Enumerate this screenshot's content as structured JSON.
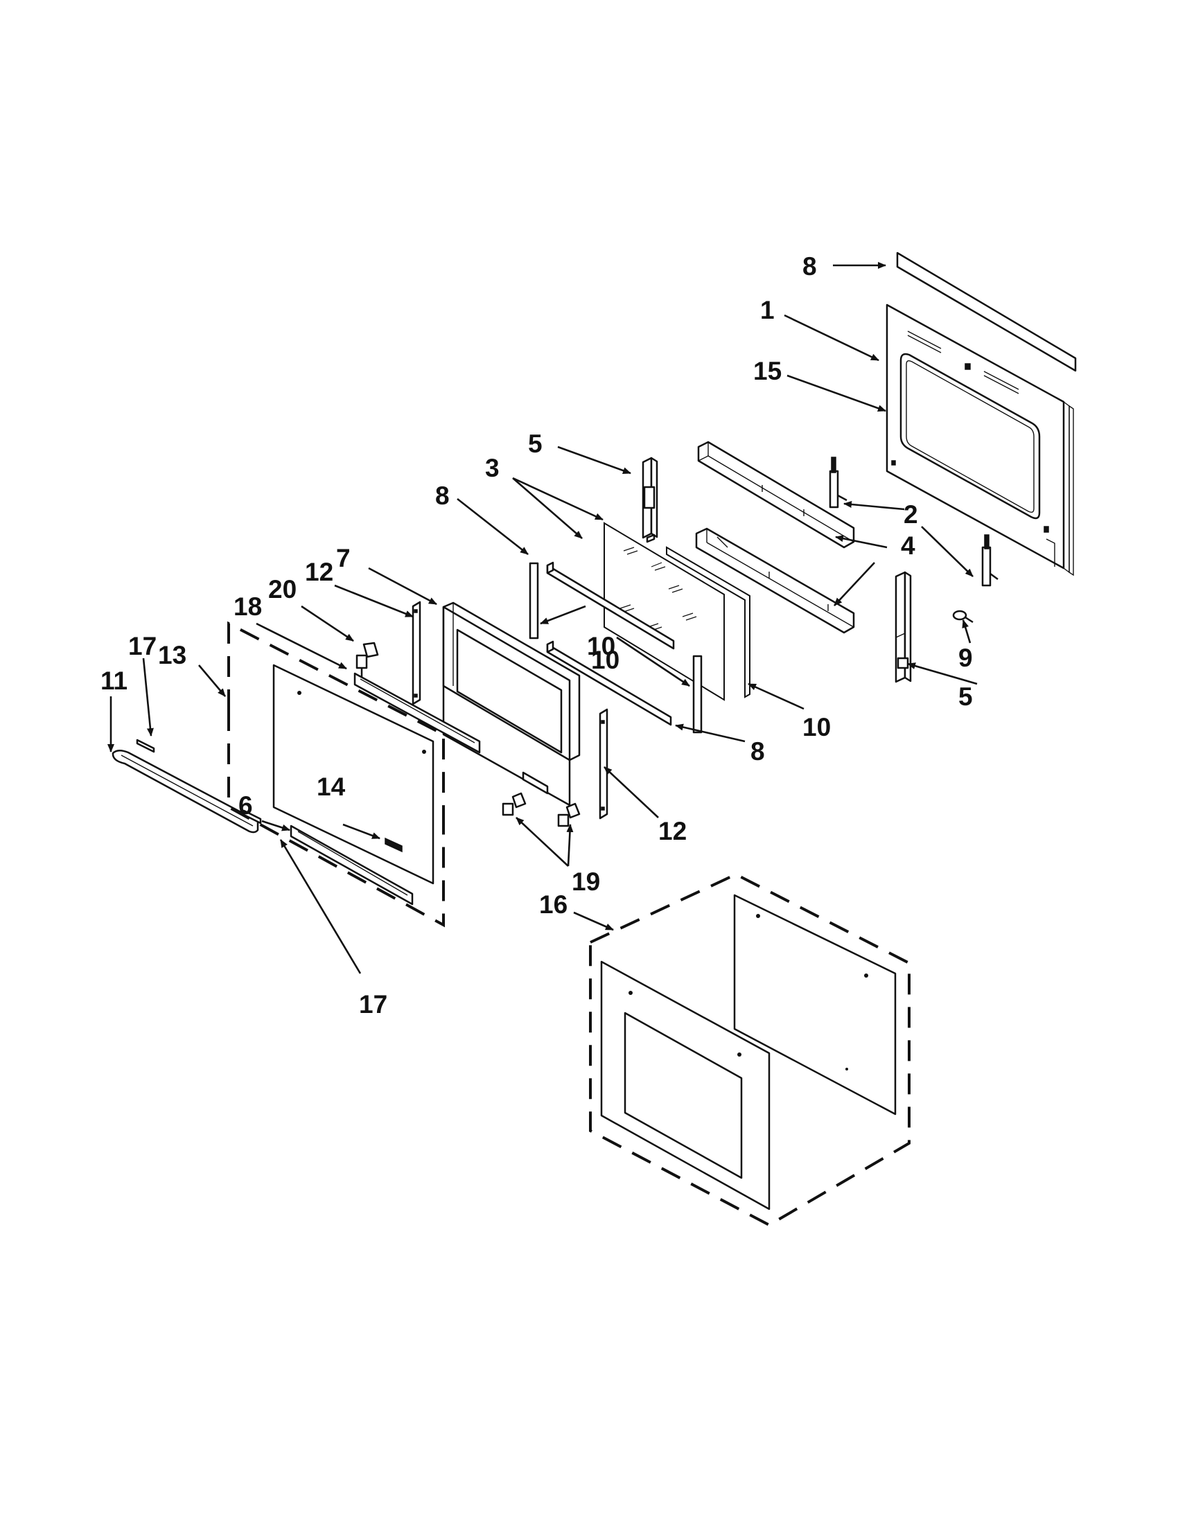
{
  "callouts": [
    "1",
    "2",
    "3",
    "4",
    "5",
    "5",
    "6",
    "7",
    "8",
    "8",
    "8",
    "9",
    "10",
    "10",
    "10",
    "11",
    "12",
    "12",
    "13",
    "14",
    "15",
    "16",
    "17",
    "17",
    "18",
    "19",
    "20"
  ]
}
